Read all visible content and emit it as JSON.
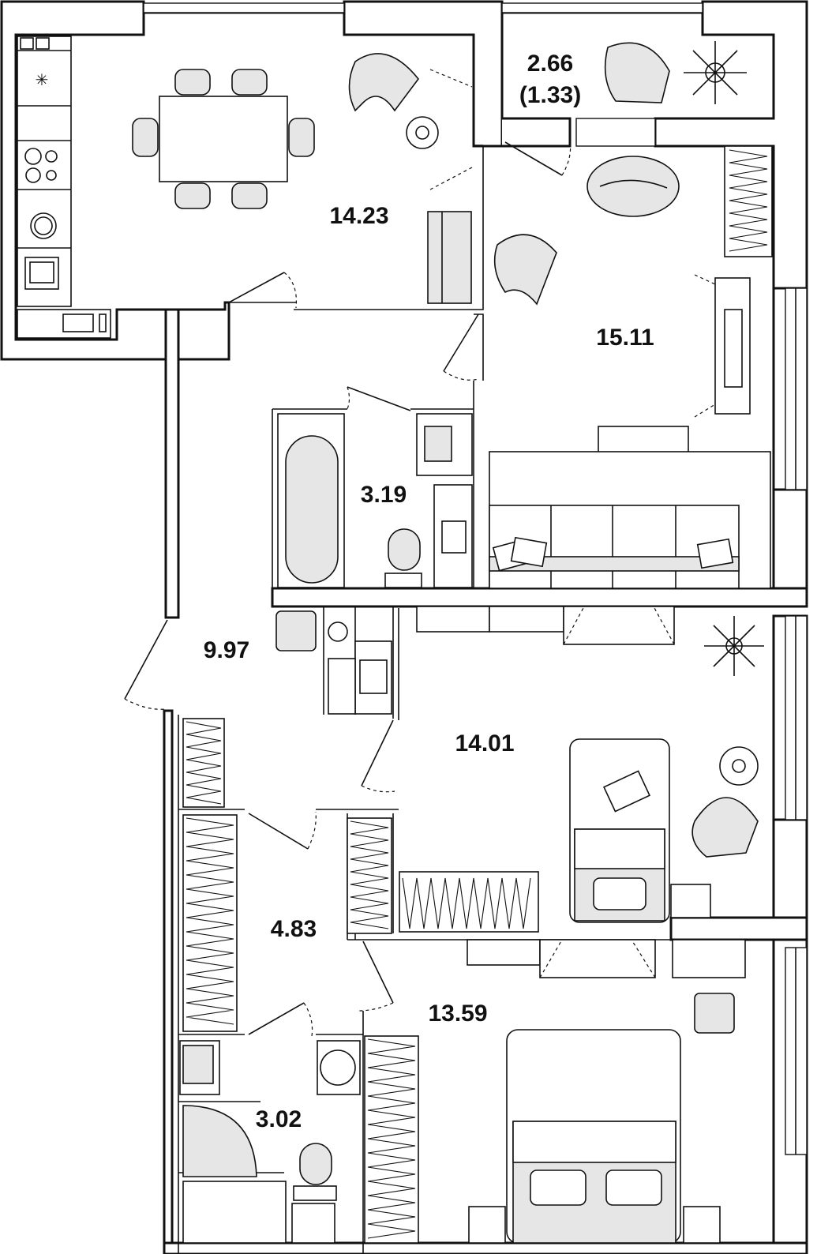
{
  "plan": {
    "rooms": [
      {
        "id": "kitchen",
        "area": "14.23"
      },
      {
        "id": "balcony",
        "area": "2.66",
        "area_secondary": "(1.33)"
      },
      {
        "id": "living",
        "area": "15.11"
      },
      {
        "id": "bath-1",
        "area": "3.19"
      },
      {
        "id": "hall",
        "area": "9.97"
      },
      {
        "id": "bedroom-1",
        "area": "14.01"
      },
      {
        "id": "corridor",
        "area": "4.83"
      },
      {
        "id": "bedroom-2",
        "area": "13.59"
      },
      {
        "id": "bath-2",
        "area": "3.02"
      }
    ]
  }
}
